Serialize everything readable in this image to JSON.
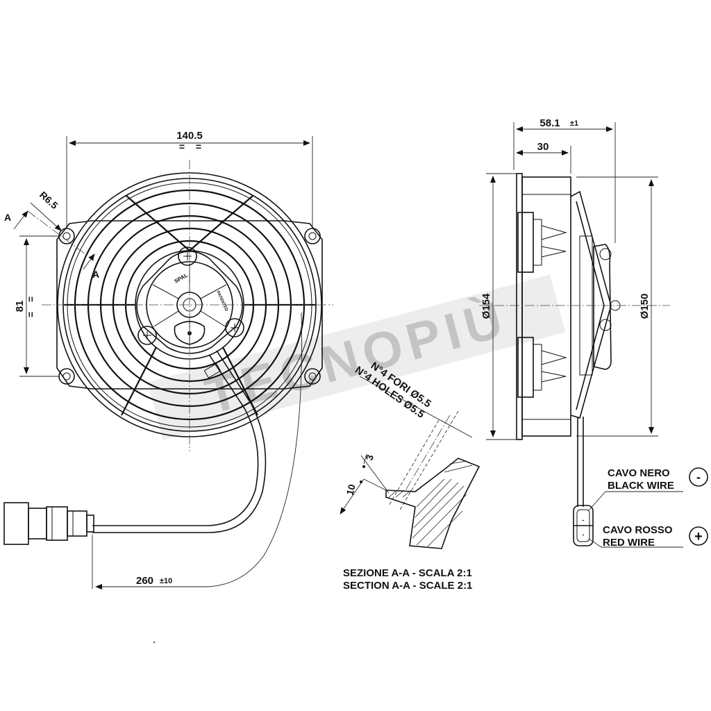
{
  "watermark": {
    "text": "TECNOPIÙ",
    "color": "#c9c9c9"
  },
  "dimensions": {
    "width": "140.5",
    "radius": "R6.5",
    "height": "81",
    "equal_mark": "=",
    "cable_length": "260",
    "cable_tolerance": "±10",
    "depth_total": "58.1",
    "depth_total_tolerance": "±1",
    "depth_body": "30",
    "dia_outer": "Ø154",
    "dia_inner": "Ø150",
    "flange_height": "10",
    "flange_thickness": "3"
  },
  "section_marks": {
    "a_top": "A",
    "a_bottom": "A"
  },
  "holes_note": {
    "italian": "N°4 FORI Ø5.5",
    "english": "N°4 HOLES Ø5.5"
  },
  "section_title": {
    "italian": "SEZIONE A-A - SCALA 2:1",
    "english": "SECTION A-A - SCALE 2:1"
  },
  "hub_labels": {
    "brand": "SPAL",
    "patented": "PATENTED"
  },
  "wires": {
    "black_it": "CAVO NERO",
    "black_en": "BLACK WIRE",
    "black_symbol": "-",
    "red_it": "CAVO ROSSO",
    "red_en": "RED WIRE",
    "red_symbol": "+"
  }
}
